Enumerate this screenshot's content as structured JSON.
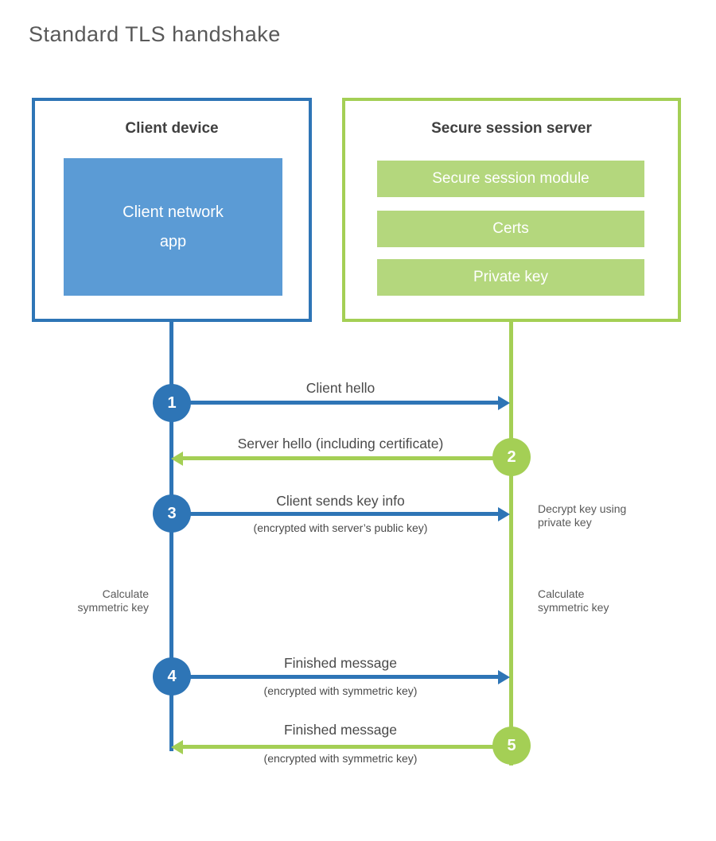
{
  "title": "Standard TLS handshake",
  "colors": {
    "blue": "#2e75b6",
    "blue_fill": "#5b9bd5",
    "green": "#a4cf55",
    "green_fill": "#b4d77d",
    "text_dark": "#404040",
    "text_gray": "#595959"
  },
  "client": {
    "title": "Client device",
    "app_line1": "Client network",
    "app_line2": "app"
  },
  "server": {
    "title": "Secure session server",
    "modules": [
      "Secure session module",
      "Certs",
      "Private key"
    ]
  },
  "messages": [
    {
      "step": "1",
      "label": "Client hello",
      "sub": "",
      "direction": "right",
      "color": "blue"
    },
    {
      "step": "2",
      "label": "Server hello (including certificate)",
      "sub": "",
      "direction": "left",
      "color": "green"
    },
    {
      "step": "3",
      "label": "Client sends key info",
      "sub": "(encrypted with server’s public key)",
      "direction": "right",
      "color": "blue"
    },
    {
      "step": "4",
      "label": "Finished message",
      "sub": "(encrypted with symmetric key)",
      "direction": "right",
      "color": "blue"
    },
    {
      "step": "5",
      "label": "Finished message",
      "sub": "(encrypted with symmetric key)",
      "direction": "left",
      "color": "green"
    }
  ],
  "notes": {
    "decrypt_line1": "Decrypt key using",
    "decrypt_line2": "private key",
    "calc_line1": "Calculate",
    "calc_line2": "symmetric key"
  }
}
